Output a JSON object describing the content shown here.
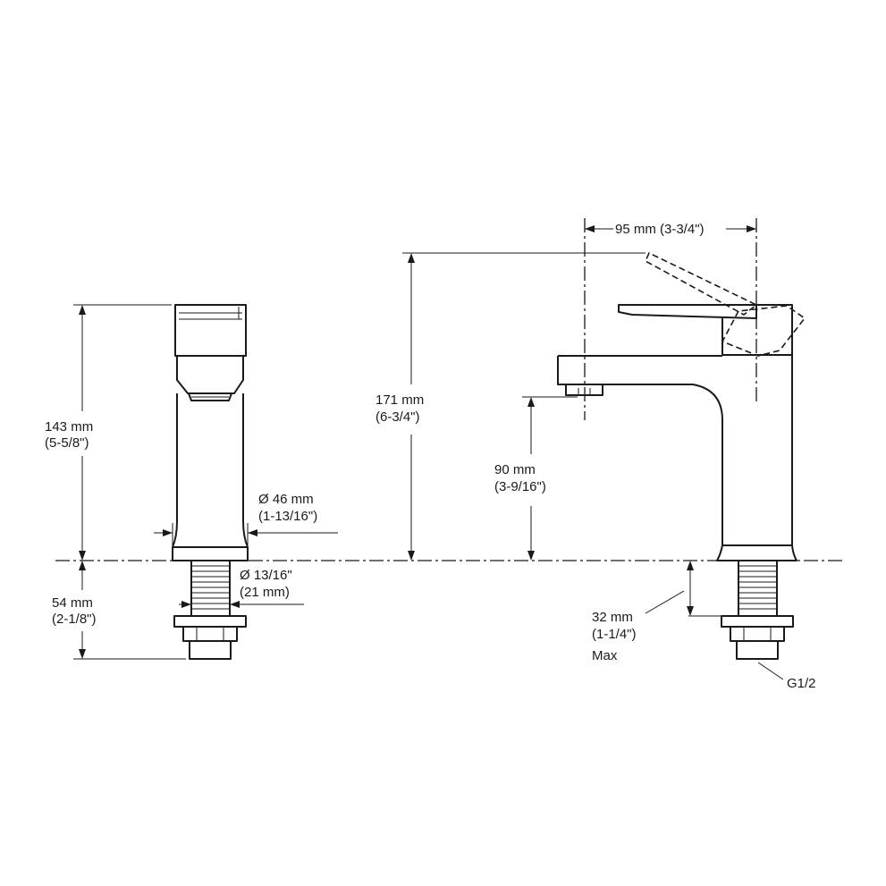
{
  "labels": {
    "height_side_mm": "143 mm",
    "height_side_in": "(5-5/8\")",
    "below_deck_mm": "54 mm",
    "below_deck_in": "(2-1/8\")",
    "base_dia_mm": "Ø 46 mm",
    "base_dia_in": "(1-13/16\")",
    "shank_dia_in": "Ø 13/16\"",
    "shank_dia_mm": "(21 mm)",
    "total_height_mm": "171 mm",
    "total_height_in": "(6-3/4\")",
    "spout_height_mm": "90 mm",
    "spout_height_in": "(3-9/16\")",
    "reach_label": "95 mm (3-3/4\")",
    "deck_thickness_mm": "32 mm",
    "deck_thickness_in": "(1-1/4\")",
    "deck_thickness_note": "Max",
    "thread_label": "G1/2"
  }
}
